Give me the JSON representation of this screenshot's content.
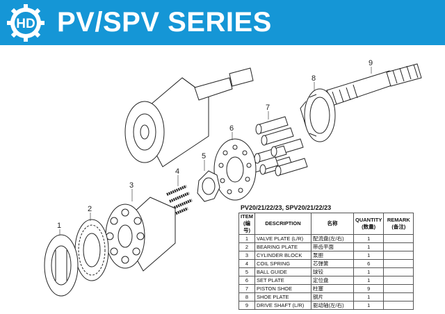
{
  "header": {
    "title": "PV/SPV SERIES",
    "logo_letters": "HD",
    "brand_color": "#1596d6"
  },
  "diagram": {
    "callouts": [
      "1",
      "2",
      "3",
      "4",
      "5",
      "6",
      "7",
      "8",
      "9"
    ]
  },
  "table": {
    "caption": "PV20/21/22/23, SPV20/21/22/23",
    "headers": {
      "item": "ITEM",
      "item_sub": "(编号)",
      "description": "DESCRIPTION",
      "name": "名称",
      "quantity": "QUANTITY",
      "quantity_sub": "(数量)",
      "remark": "REMARK",
      "remark_sub": "(备注)"
    },
    "rows": [
      {
        "item": "1",
        "description": "VALVE PLATE (L/R)",
        "name": "配流盘(左/右)",
        "quantity": "1",
        "remark": ""
      },
      {
        "item": "2",
        "description": "BEARING PLATE",
        "name": "带齿平面",
        "quantity": "1",
        "remark": ""
      },
      {
        "item": "3",
        "description": "CYLINDER BLOCK",
        "name": "泵胆",
        "quantity": "1",
        "remark": ""
      },
      {
        "item": "4",
        "description": "COIL SPRING",
        "name": "芯弹簧",
        "quantity": "6",
        "remark": ""
      },
      {
        "item": "5",
        "description": "BALL GUIDE",
        "name": "球铰",
        "quantity": "1",
        "remark": ""
      },
      {
        "item": "6",
        "description": "SET PLATE",
        "name": "定位盘",
        "quantity": "1",
        "remark": ""
      },
      {
        "item": "7",
        "description": "PISTON SHOE",
        "name": "柱塞",
        "quantity": "9",
        "remark": ""
      },
      {
        "item": "8",
        "description": "SHOE PLATE",
        "name": "钢片",
        "quantity": "1",
        "remark": ""
      },
      {
        "item": "9",
        "description": "DRIVE SHAFT (L/R)",
        "name": "驱动轴(左/右)",
        "quantity": "1",
        "remark": ""
      }
    ]
  }
}
